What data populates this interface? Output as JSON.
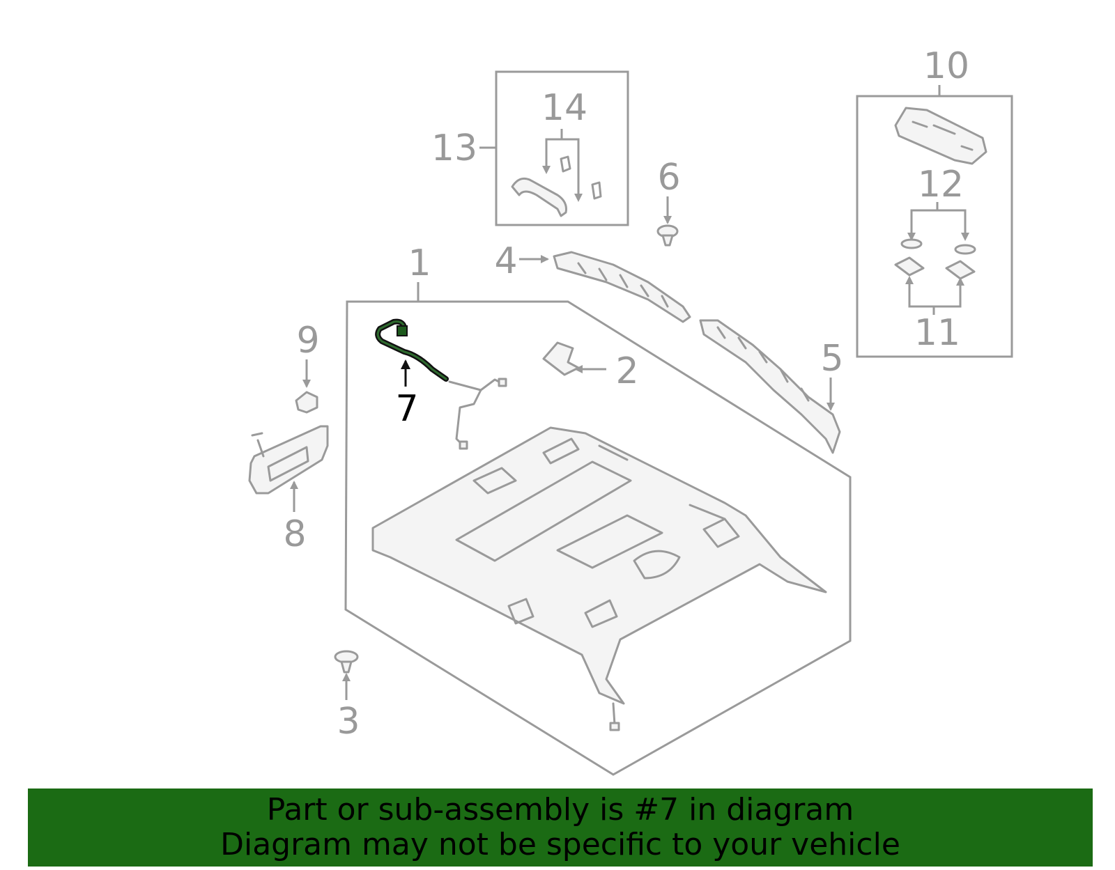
{
  "callouts": {
    "c1": "1",
    "c2": "2",
    "c3": "3",
    "c4": "4",
    "c5": "5",
    "c6": "6",
    "c7": "7",
    "c8": "8",
    "c9": "9",
    "c10": "10",
    "c11": "11",
    "c12": "12",
    "c13": "13",
    "c14": "14"
  },
  "highlight_part": "7",
  "colors": {
    "callout": "#999999",
    "highlight": "#000000",
    "banner_bg": "#1b6b14",
    "line": "#9a9a9a"
  },
  "banner": {
    "line1": "Part or sub-assembly is #7 in diagram",
    "line2": "Diagram may not be specific to your vehicle"
  }
}
